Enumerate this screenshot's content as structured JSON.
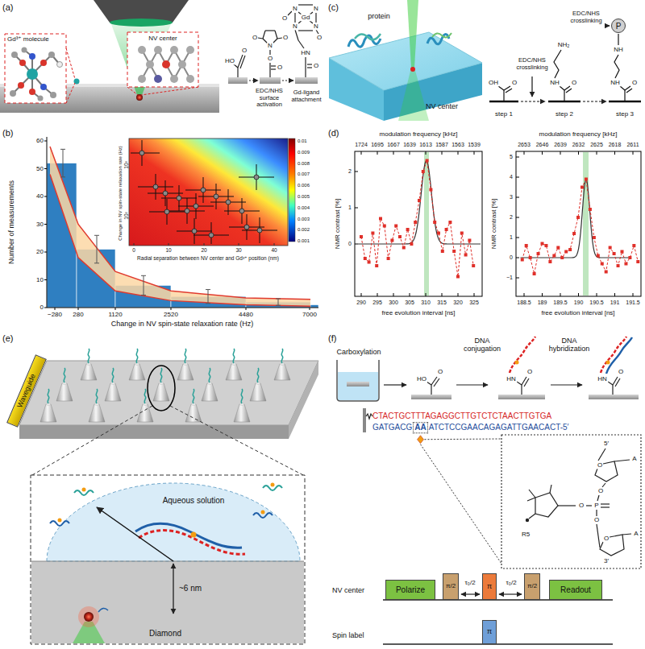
{
  "diagram": {
    "nodes": [
      {
        "text": [
          "P"
        ]
      },
      {
        "text": [
          "Waveguide"
        ]
      },
      {
        "text": [
          "Polarize"
        ]
      },
      {
        "text": [
          "π/2"
        ]
      },
      {
        "text": [
          "π"
        ]
      },
      {
        "text": [
          "π/2"
        ]
      },
      {
        "text": [
          "Readout"
        ]
      },
      {
        "text": [
          "π"
        ]
      }
    ],
    "labels": [
      "(a)",
      "(b)",
      "(c)",
      "(d)",
      "(e)",
      "(f)",
      "Gd³⁺ molecule",
      "NV center",
      "EDC/NHS surface activation",
      "Gd-ligand attachment",
      "O",
      "HO",
      "O",
      "O",
      "N",
      "O",
      "O",
      "Gd",
      "N",
      "N",
      "N",
      "N",
      "O",
      "O",
      "HN",
      "O",
      "Number of measurements",
      "0",
      "10",
      "20",
      "30",
      "40",
      "50",
      "60",
      "−280",
      "280",
      "1120",
      "2520",
      "4480",
      "7000",
      "Change in NV spin-state relaxation rate (Hz)",
      "Change in NV spin-state relaxation rate (Hz)",
      "10³",
      "10²",
      "0",
      "10",
      "20",
      "30",
      "40",
      "Radial separation between NV center and Gd³⁺ position (nm)",
      "0.01",
      "0.009",
      "0.008",
      "0.007",
      "0.006",
      "0.005",
      "0.004",
      "0.003",
      "0.002",
      "0.001",
      "protein",
      "NV center",
      "EDC/NHS crosslinking",
      "EDC/NHS crosslinking",
      "NH₂",
      "OH",
      "O",
      "NH",
      "O",
      "NH",
      "O",
      "NH",
      "step 1",
      "step 2",
      "step 3",
      "modulation frequency [kHz]",
      "1724",
      "1695",
      "1667",
      "1639",
      "1613",
      "1587",
      "1563",
      "1539",
      "NMR contrast [%]",
      "2",
      "1",
      "0",
      "290",
      "295",
      "300",
      "305",
      "310",
      "315",
      "320",
      "325",
      "free evolution interval [ns]",
      "modulation frequency [kHz]",
      "2653",
      "2646",
      "2639",
      "2632",
      "2625",
      "2618",
      "2611",
      "NMR contrast [%]",
      "5",
      "4",
      "3",
      "2",
      "1",
      "0",
      "−1",
      "188.5",
      "189",
      "189.5",
      "190",
      "190.5",
      "191",
      "191.5",
      "free evolution interval [ns]",
      "Aqueous solution",
      "~6 nm",
      "Diamond",
      "Carboxylation",
      "DNA conjugation",
      "DNA hybridization",
      "HO",
      "O",
      "HN",
      "O",
      "HN",
      "O",
      "CTACTGCTTTAGAGGCTTGTCTCTAACTTGTGA",
      "GATGACG",
      "AA",
      "ATCTCCGAACAGAGATTGAACACT-5′",
      "5′",
      "O",
      "A",
      "O",
      "P",
      "O",
      "O",
      "R5",
      "O",
      "A",
      "3′",
      "NV center",
      "Spin label",
      "τ₀/2",
      "τ₀/2"
    ]
  }
}
